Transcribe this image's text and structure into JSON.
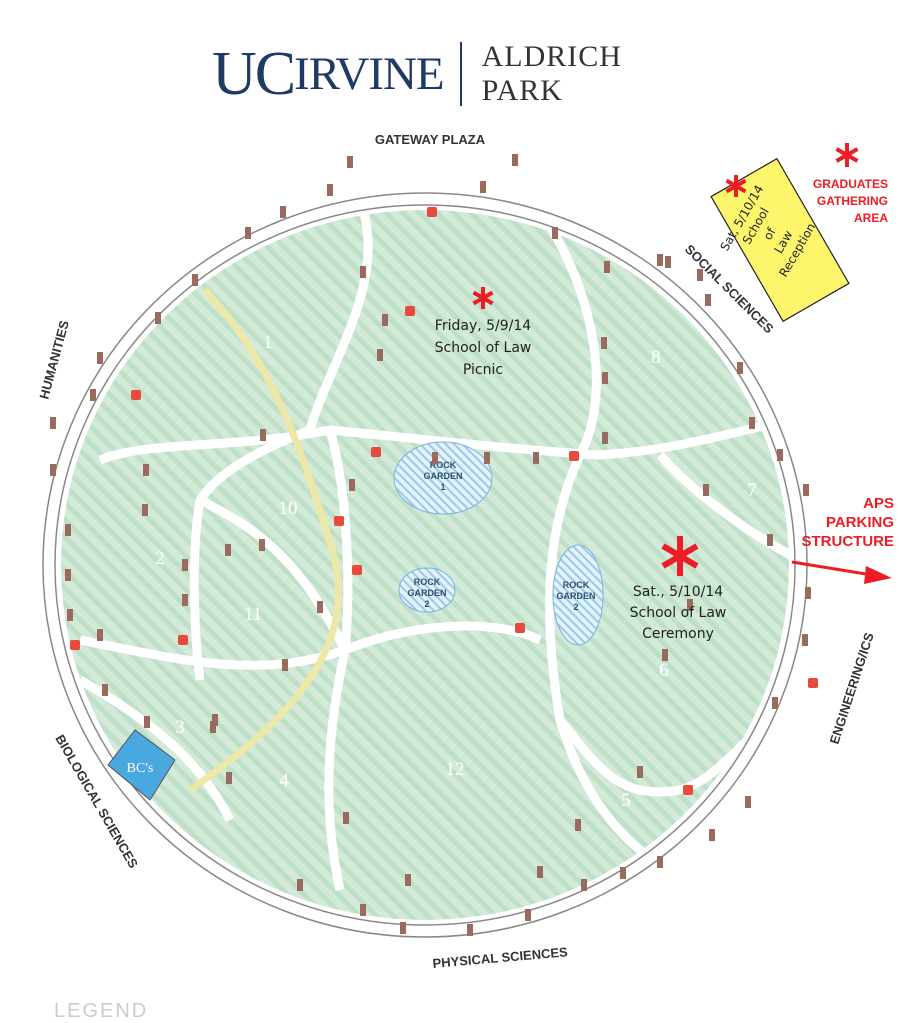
{
  "header": {
    "logo_uc": "UC",
    "logo_irvine": "IRVINE",
    "park_line1": "ALDRICH",
    "park_line2": "PARK"
  },
  "campus_labels": {
    "top": "GATEWAY PLAZA",
    "left": "HUMANITIES",
    "top_right": "SOCIAL SCIENCES",
    "right": "ENGINEERING/ICS",
    "bottom": "PHYSICAL SCIENCES",
    "bottom_left": "BIOLOGICAL SCIENCES",
    "bcs": "BC's"
  },
  "sections": [
    "1",
    "2",
    "3",
    "4",
    "5",
    "6",
    "7",
    "8",
    "10",
    "11",
    "12"
  ],
  "rock_gardens": [
    {
      "line1": "ROCK",
      "line2": "GARDEN",
      "line3": "1"
    },
    {
      "line1": "ROCK",
      "line2": "GARDEN",
      "line3": "2"
    },
    {
      "line1": "ROCK",
      "line2": "GARDEN",
      "line3": "2"
    }
  ],
  "events": {
    "picnic": {
      "line1": "Friday, 5/9/14",
      "line2": "School of Law",
      "line3": "Picnic"
    },
    "ceremony": {
      "line1": "Sat., 5/10/14",
      "line2": "School of Law",
      "line3": "Ceremony"
    },
    "reception": {
      "line1": "Sat, 5/10/14",
      "line2": "School",
      "line3": "of",
      "line4": "Law",
      "line5": "Reception"
    }
  },
  "callouts": {
    "gathering": {
      "line1": "GRADUATES",
      "line2": "GATHERING",
      "line3": "AREA"
    },
    "parking": {
      "line1": "APS",
      "line2": "PARKING",
      "line3": "STRUCTURE"
    }
  },
  "legend_title": "LEGEND",
  "colors": {
    "green": "#cfe8d5",
    "stripe": "#b8dcc2",
    "road": "#ffffff",
    "red": "#ee1c24",
    "yellow": "#fdf56b",
    "bcs": "#4aa8e0",
    "navy": "#1f3a66"
  }
}
